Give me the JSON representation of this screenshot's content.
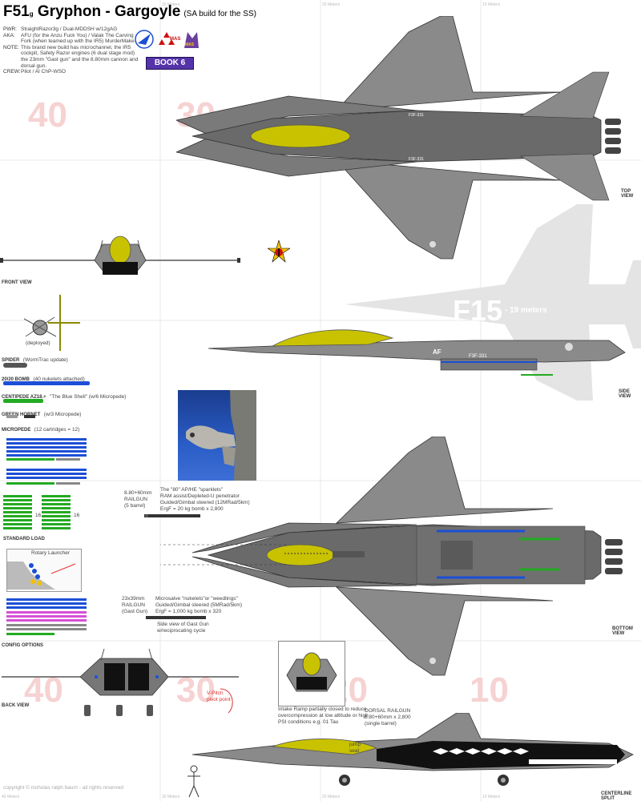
{
  "header": {
    "title_main": "F51",
    "title_sub": "g",
    "title_rest": " Gryphon - Gargoyle",
    "title_note": "(SA build for the SS)",
    "book_badge": "BOOK 6"
  },
  "specs": [
    {
      "key": "PWR:",
      "value": "StraightRazor3g / Dual-MDDSH w/12gAG"
    },
    {
      "key": "AKA:",
      "value": "AFU (for the Anzu Fuck You) / Valak The Carving Fork (when teamed up with the IR5) MurderMake"
    },
    {
      "key": "NOTE:",
      "value": "This brand new build has microchannel, the IR5 cockpit, Safety Razor engines (6 dual stage mod) the 23mm \"Gast gun\" and the 8.80mm cannon and dorsal gun."
    },
    {
      "key": "CREW:",
      "value": "Pilot / AI ChP-WSO"
    }
  ],
  "views": {
    "top": "TOP VIEW",
    "front": "FRONT VIEW",
    "side": "SIDE VIEW",
    "bottom": "BOTTOM VIEW",
    "back": "BACK VIEW",
    "centerline": "CENTERLINE SPLIT"
  },
  "scale_numbers": {
    "n40_top": "40",
    "n30_top": "30",
    "n40_bot": "40",
    "n30_bot": "30",
    "n20_bot": "20",
    "n10_bot": "10"
  },
  "ruler_marks": [
    "10 Meters",
    "20 Meters",
    "30 Meters",
    "40 Meters"
  ],
  "f15": {
    "label": "F15",
    "note": "- 19 meters"
  },
  "side_markings": {
    "af": "AF",
    "serial": "F3F-331"
  },
  "weapons": {
    "spider": "SPIDER",
    "spider_note": "(WormTrac update)",
    "spider_deployed": "(deployed)",
    "bomb": "20/20 BOMB",
    "bomb_note": "(40 nukelets attached)",
    "centipede": "CENTIPEDE AZ18.+",
    "centipede_note": "\"The Blue Shell\" (w/6 Micropede)",
    "hornet": "GREEN HORNET",
    "hornet_note": "(w/3 Micropede)",
    "micropede": "MICROPEDE",
    "micropede_note": "(12 cartridges = 12)",
    "standard_load": "STANDARD LOAD",
    "rotary_launcher": "Rotary Launcher",
    "config_options": "CONFIG OPTIONS",
    "bay_marks": [
      "16",
      "16"
    ]
  },
  "railgun": {
    "left_1": "8.80+60mm",
    "left_2": "RAILGUN",
    "left_3": "(5 barrel)",
    "right_1": "The \"80\" AP/HE \"sparklets\"",
    "right_2": "RAM assist/Depleted-U penetrator",
    "right_3": "Guided/Gimbal steered (12MRad/5km)",
    "right_4": "ErgF = 20 kg bomb x 2,800"
  },
  "gast": {
    "left_1": "23x39mm",
    "left_2": "RAILGUN",
    "left_3": "(Gast Gun)",
    "right_1": "Microsalve \"nukelets\"or \"weedlings\"",
    "right_2": "Guided/Gimbal steered (5MRad/5km)",
    "right_3": "ErgF = 1,000 kg bomb x 320",
    "note": "Side view of Gast Gun w/reciprocating cycle"
  },
  "annotations": {
    "pivot": "V-Pitch pivot point",
    "intake": "Intake Ramp partially closed to reduce overcompression at low altitude or high PSI conditions e.g. 01 Tau",
    "dorsal_1": "DORSAL RAILGUN",
    "dorsal_2": "8.80+60mm x 2,800",
    "dorsal_3": "(single barrel)",
    "jump": "jump seat",
    "copyright": "copyright © nicholas ralph baum - all rights reserved"
  },
  "colors": {
    "hull": "#8a8a8a",
    "hull_dark": "#4d4d4d",
    "canopy": "#c8c200",
    "accent_blue": "#1c4fd6",
    "accent_green": "#22aa22",
    "badge": "#5533aa",
    "scale_pink": "#f2c6c6"
  }
}
